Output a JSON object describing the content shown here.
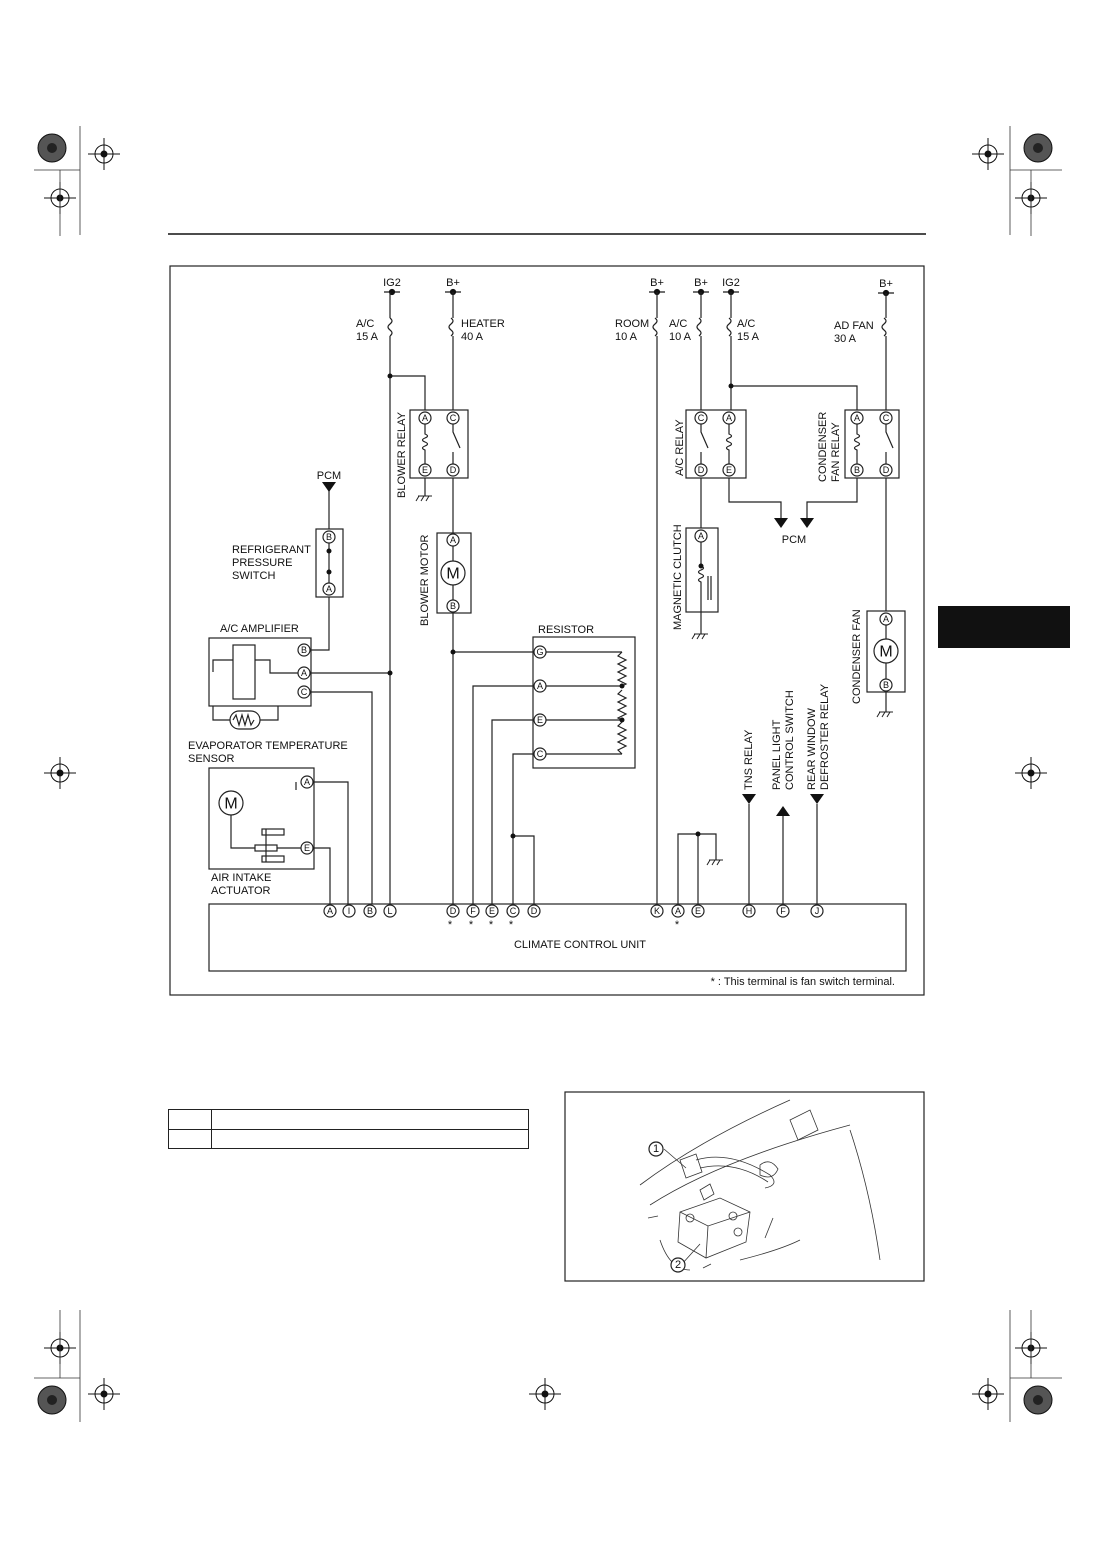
{
  "wiring": {
    "supplies": {
      "ig2_left": "IG2",
      "bplus_heater": "B+",
      "bplus_room": "B+",
      "bplus_ac": "B+",
      "ig2_right": "IG2",
      "bplus_fan": "B+"
    },
    "fuses": {
      "ac_left": {
        "name": "A/C",
        "rating": "15 A"
      },
      "heater": {
        "name": "HEATER",
        "rating": "40 A"
      },
      "room": {
        "name": "ROOM",
        "rating": "10 A"
      },
      "ac_mid": {
        "name": "A/C",
        "rating": "10 A"
      },
      "ac_right": {
        "name": "A/C",
        "rating": "15 A"
      },
      "ad_fan": {
        "name": "AD FAN",
        "rating": "30 A"
      }
    },
    "components": {
      "blower_relay": "BLOWER RELAY",
      "blower_motor": "BLOWER MOTOR",
      "ac_relay": "A/C RELAY",
      "condenser_fan_relay": [
        "CONDENSER",
        "FAN RELAY"
      ],
      "magnetic_clutch": "MAGNETIC CLUTCH",
      "condenser_fan": "CONDENSER FAN",
      "resistor": "RESISTOR",
      "refrigerant_pressure_switch": [
        "REFRIGERANT",
        "PRESSURE",
        "SWITCH"
      ],
      "ac_amplifier": "A/C AMPLIFIER",
      "evaporator_sensor": [
        "EVAPORATOR TEMPERATURE",
        "SENSOR"
      ],
      "air_intake_actuator": [
        "AIR INTAKE",
        "ACTUATOR"
      ],
      "climate_control_unit": "CLIMATE CONTROL UNIT",
      "pcm_top": "PCM",
      "pcm_bottom": "PCM",
      "tns_relay": "TNS RELAY",
      "panel_light_switch": [
        "PANEL LIGHT",
        "CONTROL SWITCH"
      ],
      "rear_defroster_relay": [
        "REAR WINDOW",
        "DEFROSTER RELAY"
      ],
      "motor_symbol": "M"
    },
    "terminals": {
      "relay_blower": [
        "A",
        "C",
        "E",
        "D"
      ],
      "relay_ac": [
        "C",
        "A",
        "D",
        "E"
      ],
      "relay_condenser": [
        "A",
        "C",
        "B",
        "D"
      ],
      "blower_motor": [
        "A",
        "B"
      ],
      "clutch": "A",
      "condenser_fan": [
        "A",
        "B"
      ],
      "pressure_switch": [
        "B",
        "A"
      ],
      "amplifier": [
        "B",
        "A",
        "C"
      ],
      "resistor": [
        "G",
        "A",
        "E",
        "C"
      ],
      "actuator": [
        "A",
        "E"
      ],
      "ccu": [
        "A",
        "I",
        "B",
        "L",
        "D",
        "F",
        "E",
        "C",
        "D",
        "K",
        "A",
        "E",
        "H",
        "F",
        "J"
      ]
    },
    "asterisk": "*",
    "footnote": "* : This terminal is fan switch terminal."
  },
  "illustration": {
    "callouts": [
      "1",
      "2"
    ]
  }
}
